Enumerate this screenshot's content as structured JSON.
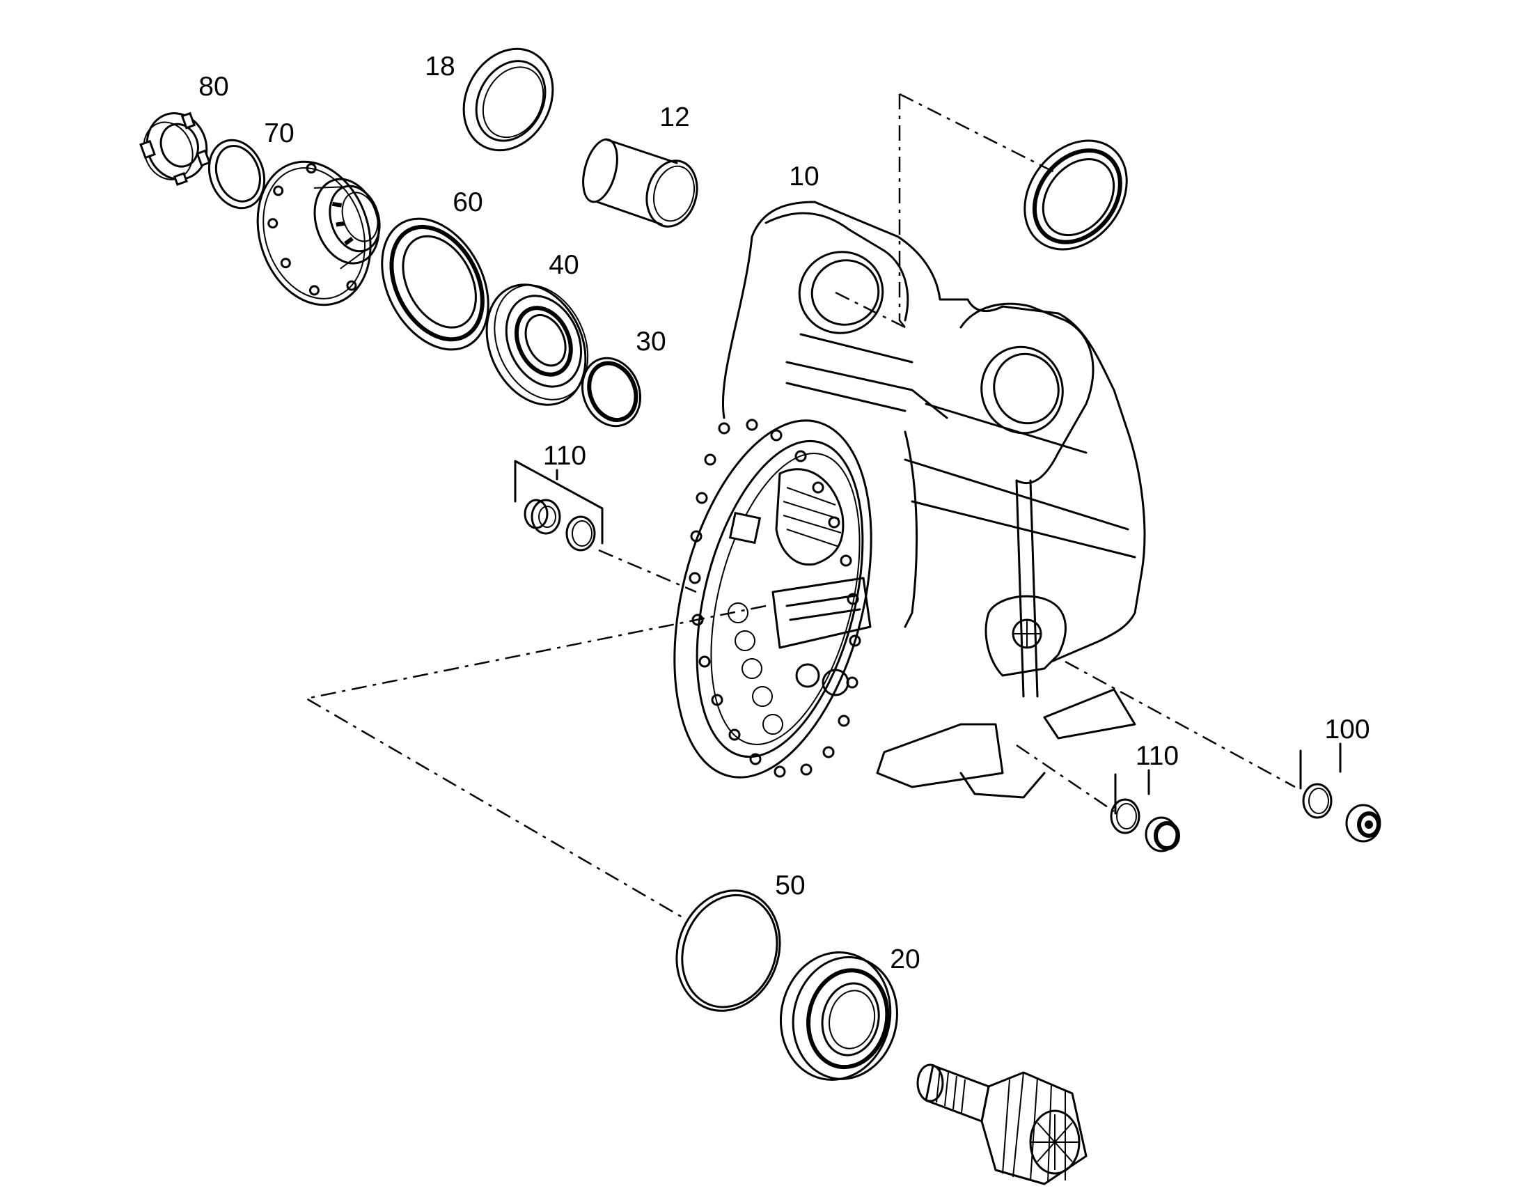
{
  "callouts": {
    "c80": "80",
    "c70": "70",
    "c18": "18",
    "c12": "12",
    "c10": "10",
    "c60": "60",
    "c40": "40",
    "c30": "30",
    "c110a": "110",
    "c110b": "110",
    "c100": "100",
    "c50": "50",
    "c20": "20"
  },
  "colors": {
    "ink": "#000000",
    "paper": "#ffffff"
  }
}
